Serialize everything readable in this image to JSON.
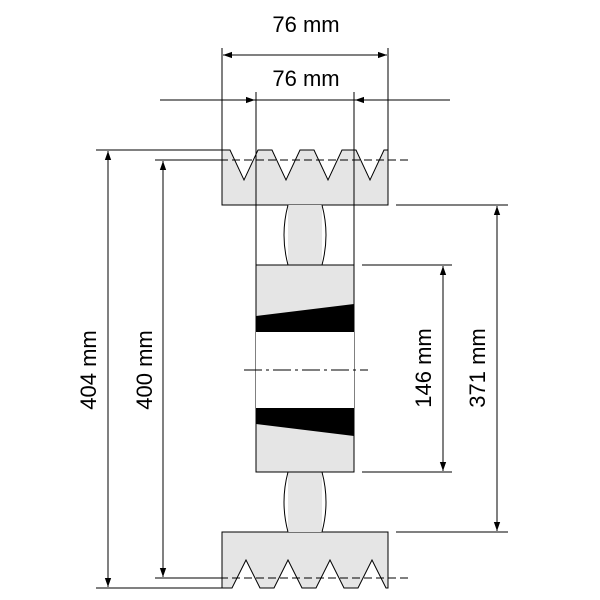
{
  "dimensions": {
    "top_outer_width": "76 mm",
    "top_inner_width": "76 mm",
    "outer_diameter": "404 mm",
    "pitch_diameter": "400 mm",
    "bore_length": "146 mm",
    "hub_diameter": "371 mm"
  },
  "colors": {
    "fill": "#e5e5e5",
    "line": "#000000",
    "bushing": "#000000",
    "background": "#ffffff"
  }
}
